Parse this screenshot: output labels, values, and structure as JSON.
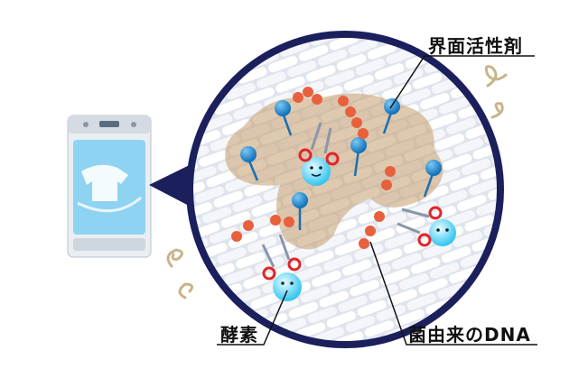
{
  "labels": {
    "surfactant": "界面活性剤",
    "enzyme": "酵素",
    "dna": "菌由来のDNA"
  },
  "colors": {
    "ring": "#1b1f5c",
    "surfactant": "#1c8fd6",
    "dna": "#e8603c",
    "stain": "#c9a57a",
    "enzyme": "#4fd0f0",
    "scissors": "#e0262b"
  }
}
